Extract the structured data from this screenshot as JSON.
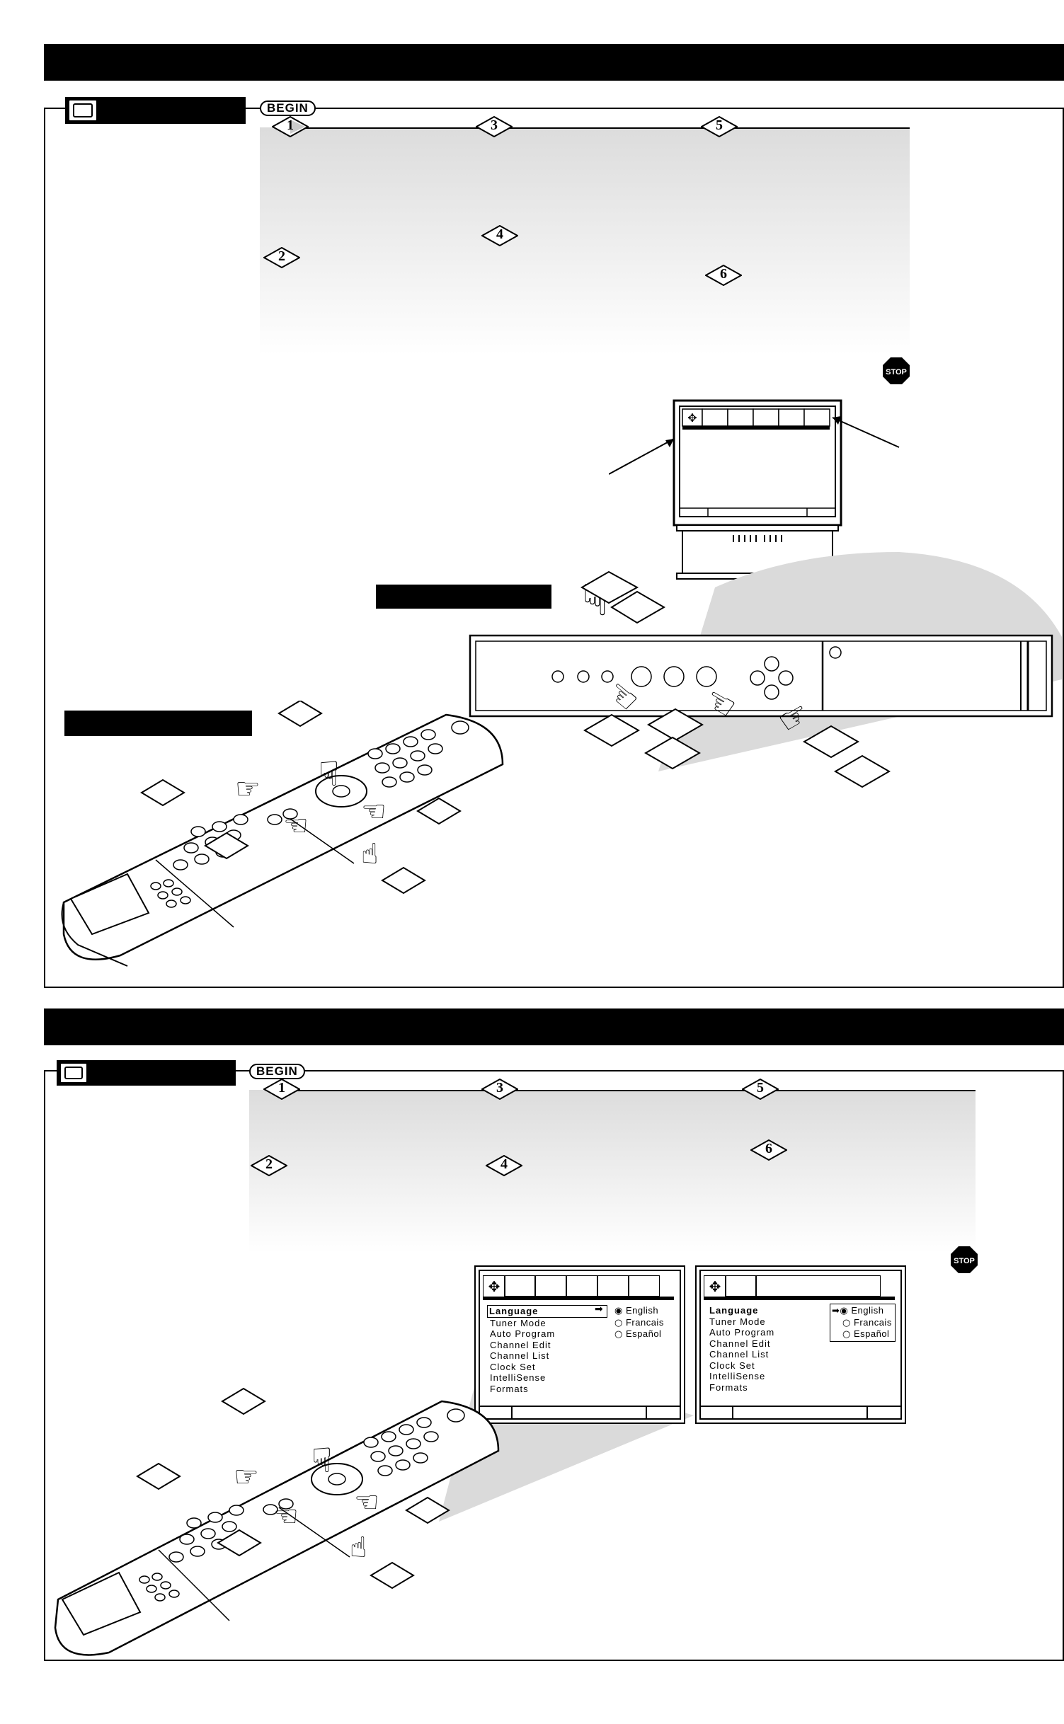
{
  "steps": [
    "1",
    "2",
    "3",
    "4",
    "5",
    "6"
  ],
  "begin_label": "BEGIN",
  "stop_label": "STOP",
  "menu": {
    "items": [
      "Language",
      "Tuner Mode",
      "Auto Program",
      "Channel Edit",
      "Channel List",
      "Clock Set",
      "IntelliSense",
      "Formats"
    ],
    "options_left": [
      "English",
      "Francais",
      "Español"
    ],
    "options_right": [
      "English",
      "Francais",
      "Español"
    ],
    "selected_item": "Language",
    "selected_option": "English"
  },
  "icons": [
    "tv-icon",
    "begin-badge-icon",
    "step-diamond-icon",
    "stop-sign-icon",
    "menu-navigation-icon",
    "pointing-hand-icon",
    "remote-control-illustration",
    "tv-set-illustration",
    "front-control-panel-illustration",
    "arrow-icon"
  ],
  "colors": {
    "ink": "#000000",
    "panel_gradient_top": "#dcdcdc",
    "paper": "#ffffff"
  }
}
